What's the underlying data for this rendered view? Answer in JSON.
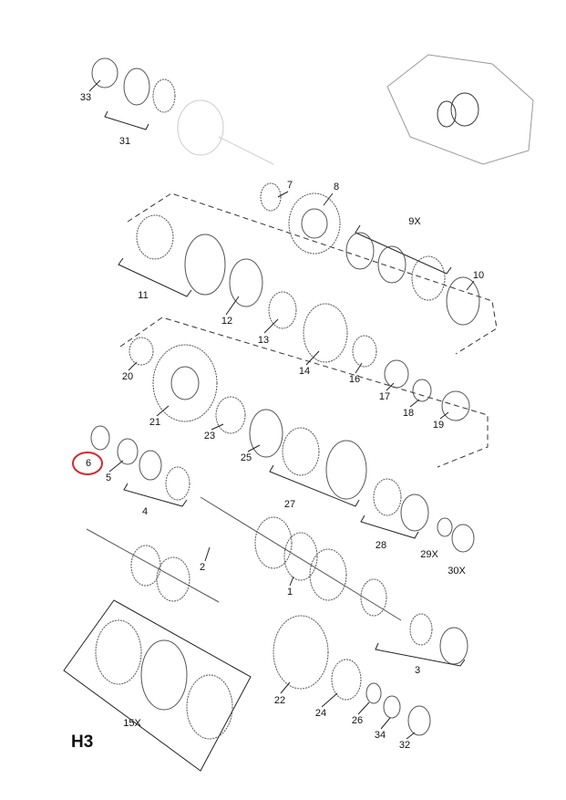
{
  "page_code": "H3",
  "highlight_color": "#d9262b",
  "highlighted_part": "6",
  "parts": [
    {
      "id": "p33",
      "label": "33"
    },
    {
      "id": "p31",
      "label": "31"
    },
    {
      "id": "p7",
      "label": "7"
    },
    {
      "id": "p8",
      "label": "8"
    },
    {
      "id": "p9x",
      "label": "9X"
    },
    {
      "id": "p10",
      "label": "10"
    },
    {
      "id": "p11",
      "label": "11"
    },
    {
      "id": "p12",
      "label": "12"
    },
    {
      "id": "p13",
      "label": "13"
    },
    {
      "id": "p14",
      "label": "14"
    },
    {
      "id": "p16",
      "label": "16"
    },
    {
      "id": "p17",
      "label": "17"
    },
    {
      "id": "p18",
      "label": "18"
    },
    {
      "id": "p19",
      "label": "19"
    },
    {
      "id": "p20",
      "label": "20"
    },
    {
      "id": "p21",
      "label": "21"
    },
    {
      "id": "p23",
      "label": "23"
    },
    {
      "id": "p25",
      "label": "25"
    },
    {
      "id": "p6",
      "label": "6"
    },
    {
      "id": "p5",
      "label": "5"
    },
    {
      "id": "p4",
      "label": "4"
    },
    {
      "id": "p27",
      "label": "27"
    },
    {
      "id": "p28",
      "label": "28"
    },
    {
      "id": "p29x",
      "label": "29X"
    },
    {
      "id": "p30x",
      "label": "30X"
    },
    {
      "id": "p2",
      "label": "2"
    },
    {
      "id": "p1",
      "label": "1"
    },
    {
      "id": "p15x",
      "label": "15X"
    },
    {
      "id": "p22",
      "label": "22"
    },
    {
      "id": "p24",
      "label": "24"
    },
    {
      "id": "p26",
      "label": "26"
    },
    {
      "id": "p34",
      "label": "34"
    },
    {
      "id": "p32",
      "label": "32"
    },
    {
      "id": "p3",
      "label": "3"
    }
  ]
}
